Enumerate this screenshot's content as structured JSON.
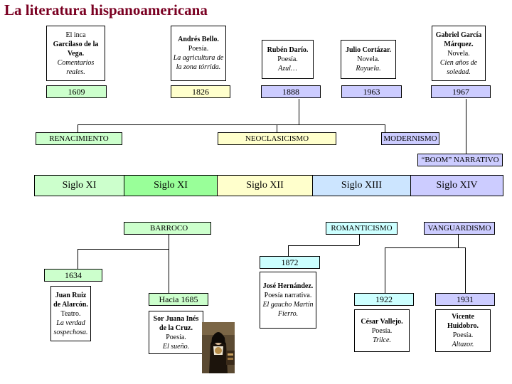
{
  "title": "La literatura hispanoamericana",
  "cards": {
    "garcilaso": {
      "name_pre": "El inca",
      "name_bold": "Garcilaso de la Vega.",
      "work": "Comentarios reales."
    },
    "bello": {
      "name_bold": "Andrés Bello.",
      "genre": "Poesía.",
      "work": "La agricultura de la zona tórrida."
    },
    "dario": {
      "name_bold": "Rubén Darío.",
      "genre": "Poesía.",
      "work": "Azul…"
    },
    "cortazar": {
      "name_bold": "Julio Cortázar.",
      "genre": "Novela.",
      "work": "Rayuela."
    },
    "garcia_marquez": {
      "name_bold": "Gabriel García Márquez.",
      "genre": "Novela.",
      "work": "Cien años de soledad."
    },
    "ruiz": {
      "name_bold": "Juan Ruiz de Alarcón.",
      "genre": "Teatro.",
      "work": "La verdad sospechosa."
    },
    "sor_juana": {
      "name_bold": "Sor Juana Inés de la Cruz.",
      "genre": "Poesía.",
      "work": "El sueño."
    },
    "hernandez": {
      "name_bold": "José Hernández.",
      "genre": "Poesía narrativa.",
      "work": "El gaucho Martín Fierro."
    },
    "vallejo": {
      "name_bold": "César Vallejo.",
      "genre": "Poesía.",
      "work": "Trilce."
    },
    "huidobro": {
      "name_bold": "Vicente Huidobro.",
      "genre": "Poesía.",
      "work": "Altazor."
    }
  },
  "years": {
    "y1609": "1609",
    "y1826": "1826",
    "y1888": "1888",
    "y1963": "1963",
    "y1967": "1967",
    "y1634": "1634",
    "y1685": "Hacia 1685",
    "y1872": "1872",
    "y1922": "1922",
    "y1931": "1931"
  },
  "movements": {
    "renacimiento": "RENACIMIENTO",
    "neoclasicismo": "NEOCLASICISMO",
    "modernismo": "MODERNISMO",
    "boom": "“BOOM” NARRATIVO",
    "barroco": "BARROCO",
    "romanticismo": "ROMANTICISMO",
    "vanguardismo": "VANGUARDISMO"
  },
  "centuries": [
    "Siglo XI",
    "Siglo XI",
    "Siglo XII",
    "Siglo XIII",
    "Siglo XIV"
  ],
  "colors": {
    "title": "#7a0022",
    "green": "#ccffcc",
    "lavender": "#ccccff",
    "cream": "#ffffcc",
    "cyan": "#ccffff"
  }
}
